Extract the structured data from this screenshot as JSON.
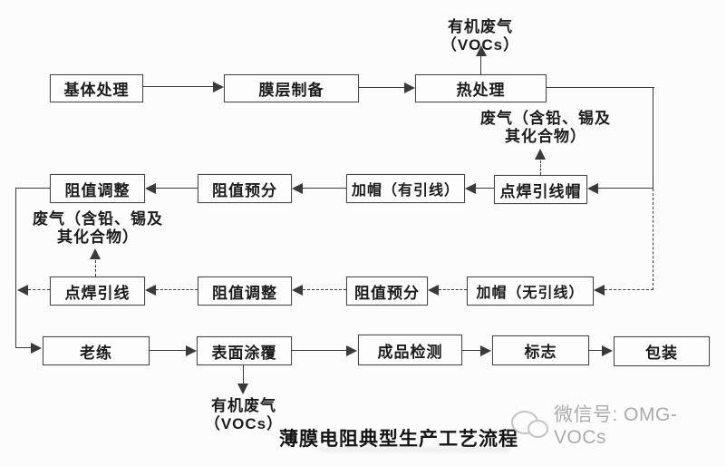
{
  "diagram": {
    "title": "薄膜电阻典型生产工艺流程",
    "watermark": {
      "icon": "wechat-icon",
      "label": "微信号: OMG-VOCs"
    },
    "colors": {
      "line": "#3a3a3a",
      "box_border": "#474747",
      "text": "#1c1c1c",
      "watermark_gray": "#aaaaaa",
      "background": "#fcfcfc"
    },
    "nodes": {
      "substrate": {
        "label": "基体处理"
      },
      "film": {
        "label": "膜层制备"
      },
      "heat": {
        "label": "热处理"
      },
      "weld_cap": {
        "label": "点焊引线帽"
      },
      "cap_leads": {
        "label": "加帽（有引线）"
      },
      "presort2": {
        "label": "阻值预分"
      },
      "adjust2": {
        "label": "阻值调整"
      },
      "cap_noleads": {
        "label": "加帽（无引线）"
      },
      "presort3": {
        "label": "阻值预分"
      },
      "adjust3": {
        "label": "阻值调整"
      },
      "weld3": {
        "label": "点焊引线"
      },
      "aging": {
        "label": "老练"
      },
      "coating": {
        "label": "表面涂覆"
      },
      "inspection": {
        "label": "成品检测"
      },
      "marking": {
        "label": "标志"
      },
      "packing": {
        "label": "包装"
      }
    },
    "emissions": {
      "voc_top": "有机废气（VOCs）",
      "exhaust_right_line1": "废气（含铅、锡及",
      "exhaust_right_line2": "其化合物）",
      "exhaust_left_line1": "废气（含铅、锡及",
      "exhaust_left_line2": "其化合物）",
      "voc_bottom": "有机废气（VOCs）"
    }
  }
}
